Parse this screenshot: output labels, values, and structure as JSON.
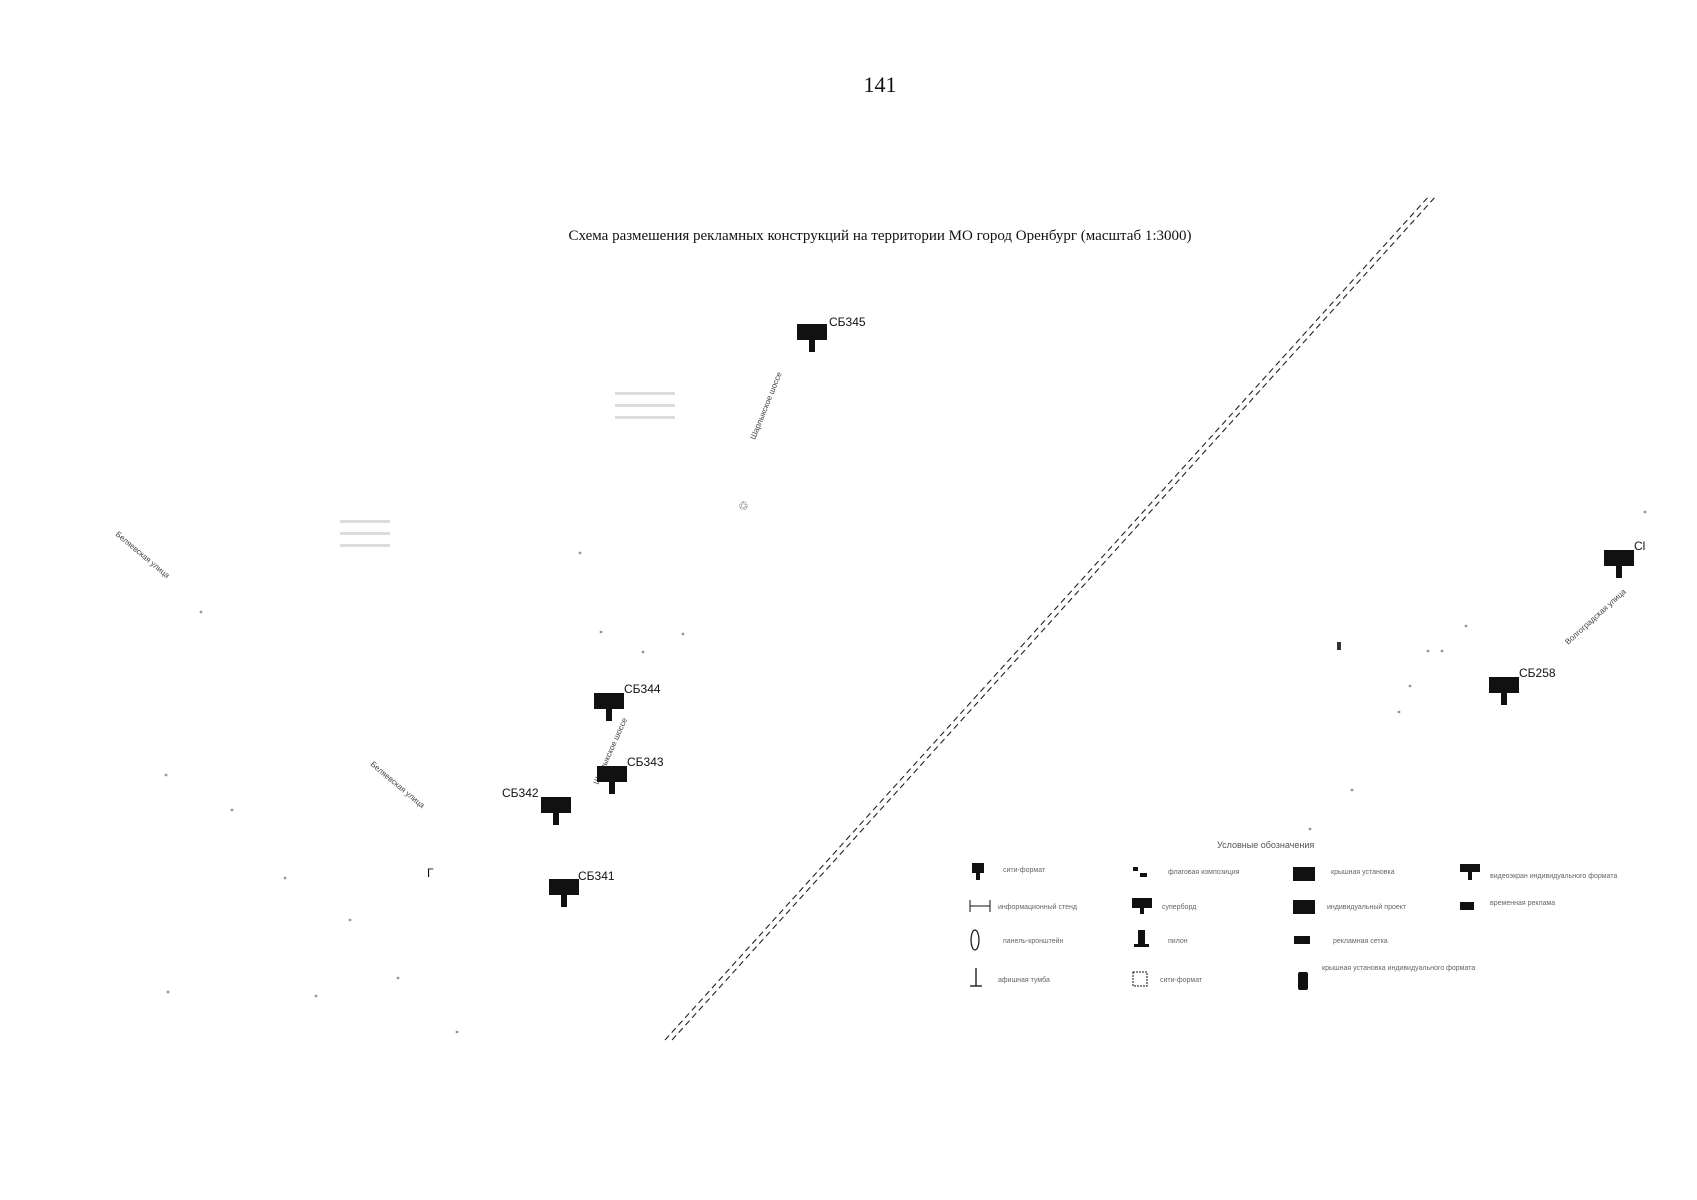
{
  "page_number": "141",
  "title": "Схема размешения рекламных конструкций на территории МО город Оренбург (масштаб 1:3000)",
  "colors": {
    "marker": "#111111",
    "divider": "#222222",
    "legend_text": "#666666"
  },
  "markers": [
    {
      "id": "СБ345",
      "label": "СБ345"
    },
    {
      "id": "СБ344",
      "label": "СБ344"
    },
    {
      "id": "СБ343",
      "label": "СБ343"
    },
    {
      "id": "СБ342",
      "label": "СБ342"
    },
    {
      "id": "СБ341",
      "label": "СБ341"
    },
    {
      "id": "СБ258",
      "label": "СБ258"
    },
    {
      "id": "Cl",
      "label": "Cl"
    }
  ],
  "streets": [
    {
      "name": "Шарлыкское шоссе"
    },
    {
      "name": "Шарлыкское шоссе"
    },
    {
      "name": "Беляевская улица"
    },
    {
      "name": "Беляевская улица"
    },
    {
      "name": "Волгоградская улица"
    }
  ],
  "other_labels": {
    "letter_g": "Г"
  },
  "legend": {
    "title": "Условные обозначения",
    "items": [
      {
        "icon": "billboard-marker-icon",
        "label": "сити-формат"
      },
      {
        "icon": "flag-icon",
        "label": "флаговая композиция"
      },
      {
        "icon": "roof-installation-icon",
        "label": "крышная установка"
      },
      {
        "icon": "video-screen-icon",
        "label": "видеоэкран индивидуального формата"
      },
      {
        "icon": "info-stand-icon",
        "label": "информационный стенд"
      },
      {
        "icon": "sb-billboard-icon",
        "label": "суперборд"
      },
      {
        "icon": "individual-project-icon",
        "label": "индивидуальный проект"
      },
      {
        "icon": "temporary-structure-icon",
        "label": "временная реклама"
      },
      {
        "icon": "bracket-panel-icon",
        "label": "панель-кронштейн"
      },
      {
        "icon": "pylon-icon",
        "label": "пилон"
      },
      {
        "icon": "banner-net-icon",
        "label": "рекламная сетка"
      },
      {
        "icon": "pillar-icon",
        "label": "афишная тумба"
      },
      {
        "icon": "city-format-icon",
        "label": "сити-формат"
      },
      {
        "icon": "roof-individual-icon",
        "label": "крышная установка индивидуального формата"
      }
    ]
  }
}
